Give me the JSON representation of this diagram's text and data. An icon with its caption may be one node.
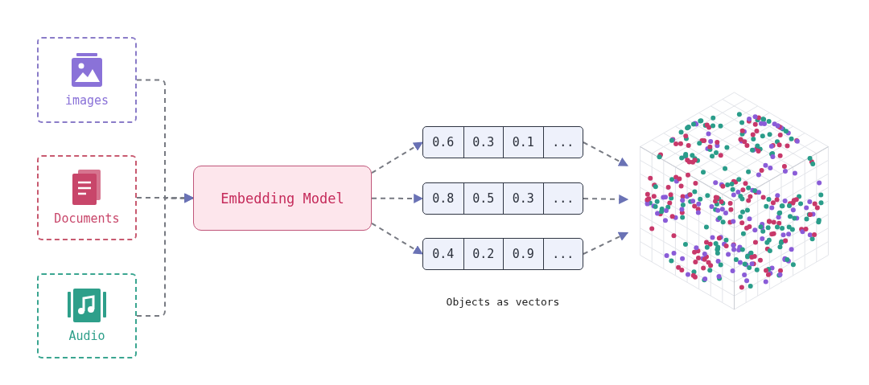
{
  "diagram": {
    "nodes": [
      {
        "text": [
          "images"
        ]
      },
      {
        "text": [
          "Documents"
        ]
      },
      {
        "text": [
          "Audio"
        ]
      },
      {
        "text": [
          "Embedding Model"
        ]
      },
      {
        "text": [
          "0.6",
          "0.3",
          "0.1",
          "..."
        ]
      },
      {
        "text": [
          "0.8",
          "0.5",
          "0.3",
          "..."
        ]
      },
      {
        "text": [
          "0.4",
          "0.2",
          "0.9",
          "..."
        ]
      },
      {
        "text": [],
        "shape": "picture"
      }
    ],
    "edges": [
      {
        "from": 0,
        "to": 3,
        "arrow": "to",
        "style": "dashed"
      },
      {
        "from": 1,
        "to": 3,
        "arrow": "to",
        "style": "dashed"
      },
      {
        "from": 2,
        "to": 3,
        "arrow": "to",
        "style": "dashed"
      },
      {
        "from": 3,
        "to": 4,
        "arrow": "to",
        "style": "dashed"
      },
      {
        "from": 3,
        "to": 5,
        "arrow": "to",
        "style": "dashed"
      },
      {
        "from": 3,
        "to": 6,
        "arrow": "to",
        "style": "dashed"
      },
      {
        "from": 4,
        "to": 7,
        "arrow": "to",
        "style": "dashed"
      },
      {
        "from": 5,
        "to": 7,
        "arrow": "to",
        "style": "dashed"
      },
      {
        "from": 6,
        "to": 7,
        "arrow": "to",
        "style": "dashed"
      }
    ],
    "labels": [
      "Objects as vectors"
    ]
  }
}
